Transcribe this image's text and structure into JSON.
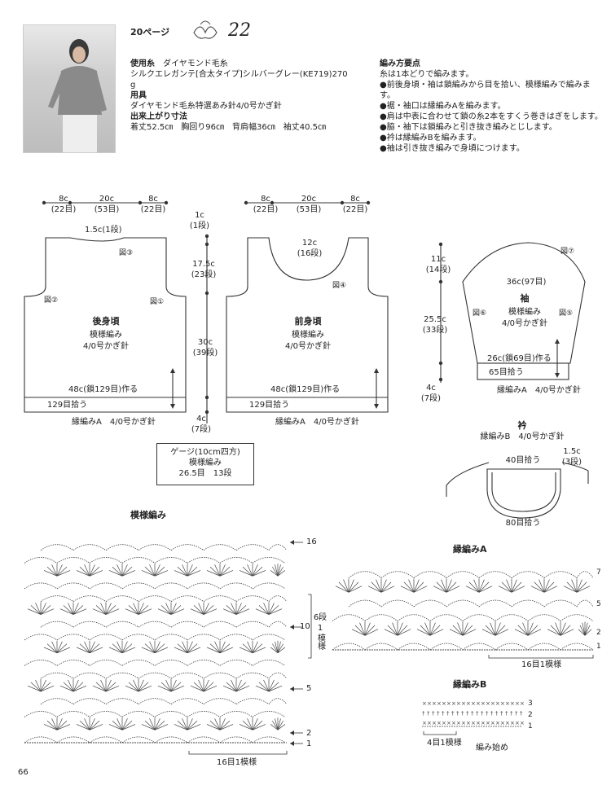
{
  "header": {
    "page_ref": "20ページ",
    "pattern_no": "22"
  },
  "materials": {
    "yarn_title": "使用糸",
    "yarn_brand": "ダイヤモンド毛糸",
    "yarn_detail": "シルクエレガンテ[合太タイプ]シルバーグレー(KE719)270",
    "yarn_unit": "g",
    "tools_title": "用具",
    "tools_detail": "ダイヤモンド毛糸特選あみ針4/0号かぎ針",
    "size_title": "出来上がり寸法",
    "size_detail": "着丈52.5㎝　胸回り96㎝　背肩幅36㎝　袖丈40.5㎝"
  },
  "instructions": {
    "title": "編み方要点",
    "lines": [
      "糸は1本どりで編みます。",
      "●前後身頃・袖は鎖編みから目を拾い、模様編みで編みます。",
      "●裾・袖口は縁編みAを編みます。",
      "●肩は中表に合わせて鎖の糸2本をすくう巻きはぎをします。",
      "●脇・袖下は鎖編みと引き抜き編みとじします。",
      "●衿は縁編みBを編みます。",
      "●袖は引き抜き編みで身頃につけます。"
    ]
  },
  "back": {
    "w_side_l": "8c",
    "w_side_l2": "(22目)",
    "w_mid": "20c",
    "w_mid2": "(53目)",
    "w_side_r": "8c",
    "w_side_r2": "(22目)",
    "neck": "1.5c(1段)",
    "fig3": "図③",
    "fig2": "図②",
    "fig1": "図①",
    "title": "後身頃",
    "pattern": "模様編み",
    "hook": "4/0号かぎ針",
    "chain": "48c(鎖129目)作る",
    "pick": "129目拾う",
    "edge": "縁編みA　4/0号かぎ針"
  },
  "vertical": {
    "v1": "1c",
    "v1b": "(1段)",
    "v2": "17.5c",
    "v2b": "(23段)",
    "v3": "30c",
    "v3b": "(39段)",
    "v4": "4c",
    "v4b": "(7段)"
  },
  "front": {
    "w_side_l": "8c",
    "w_side_l2": "(22目)",
    "w_mid": "20c",
    "w_mid2": "(53目)",
    "w_side_r": "8c",
    "w_side_r2": "(22目)",
    "neck": "12c",
    "neck2": "(16段)",
    "fig4": "図④",
    "title": "前身頃",
    "pattern": "模様編み",
    "hook": "4/0号かぎ針",
    "chain": "48c(鎖129目)作る",
    "pick": "129目拾う",
    "edge": "縁編みA　4/0号かぎ針"
  },
  "sleeve_v": {
    "v1": "11c",
    "v1b": "(14段)",
    "v2": "25.5c",
    "v2b": "(33段)",
    "v3": "4c",
    "v3b": "(7段)"
  },
  "sleeve": {
    "fig7": "図⑦",
    "fig6": "図⑥",
    "fig5": "図⑤",
    "top": "36c(97目)",
    "title": "袖",
    "pattern": "模様編み",
    "hook": "4/0号かぎ針",
    "chain": "26c(鎖69目)作る",
    "pick": "65目拾う",
    "edge": "縁編みA　4/0号かぎ針"
  },
  "gauge": {
    "l1": "ゲージ(10cm四方)",
    "l2": "模様編み",
    "l3": "26.5目　13段"
  },
  "collar": {
    "title": "衿",
    "sub": "縁編みB　4/0号かぎ針",
    "pick_top": "40目拾う",
    "width": "1.5c",
    "width2": "(3段)",
    "pick_bottom": "80目拾う"
  },
  "pattern_chart": {
    "title": "模様編み",
    "row16": "16",
    "row10": "10",
    "row5": "5",
    "row2": "2",
    "row1": "1",
    "repeat_rows_a": "6段",
    "repeat_rows_b": "1",
    "repeat_rows_c": "模様",
    "repeat_stitch": "16目1模様"
  },
  "edge_a": {
    "title": "縁編みA",
    "r7": "7",
    "r5": "5",
    "r2": "2",
    "r1": "1",
    "repeat": "16目1模様"
  },
  "edge_b": {
    "title": "縁編みB",
    "r3": "3",
    "r2": "2",
    "r1": "1",
    "repeat": "4目1模様",
    "start": "編み始め"
  },
  "footer": {
    "page_no": "66"
  }
}
